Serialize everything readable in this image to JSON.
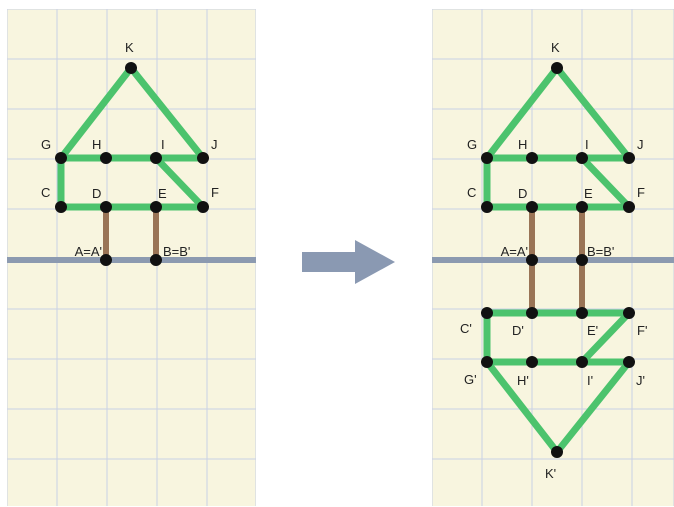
{
  "colors": {
    "paper": "#f8f5df",
    "grid": "#c9d1e6",
    "mirror_line": "#8c9ab0",
    "tree": "#4cc36d",
    "trunk": "#9a7456",
    "point": "#111111",
    "arrow": "#8a99b2"
  },
  "left_figure": {
    "points": [
      {
        "id": "K",
        "label": "K"
      },
      {
        "id": "G",
        "label": "G"
      },
      {
        "id": "H",
        "label": "H"
      },
      {
        "id": "I",
        "label": "I"
      },
      {
        "id": "J",
        "label": "J"
      },
      {
        "id": "C",
        "label": "C"
      },
      {
        "id": "D",
        "label": "D"
      },
      {
        "id": "E",
        "label": "E"
      },
      {
        "id": "F",
        "label": "F"
      },
      {
        "id": "A",
        "label": "A=A'"
      },
      {
        "id": "B",
        "label": "B=B'"
      }
    ]
  },
  "right_figure": {
    "points": [
      {
        "id": "K",
        "label": "K"
      },
      {
        "id": "G",
        "label": "G"
      },
      {
        "id": "H",
        "label": "H"
      },
      {
        "id": "I",
        "label": "I"
      },
      {
        "id": "J",
        "label": "J"
      },
      {
        "id": "C",
        "label": "C"
      },
      {
        "id": "D",
        "label": "D"
      },
      {
        "id": "E",
        "label": "E"
      },
      {
        "id": "F",
        "label": "F"
      },
      {
        "id": "A",
        "label": "A=A'"
      },
      {
        "id": "B",
        "label": "B=B'"
      },
      {
        "id": "Cp",
        "label": "C'"
      },
      {
        "id": "Dp",
        "label": "D'"
      },
      {
        "id": "Ep",
        "label": "E'"
      },
      {
        "id": "Fp",
        "label": "F'"
      },
      {
        "id": "Gp",
        "label": "G'"
      },
      {
        "id": "Hp",
        "label": "H'"
      },
      {
        "id": "Ip",
        "label": "I'"
      },
      {
        "id": "Jp",
        "label": "J'"
      },
      {
        "id": "Kp",
        "label": "K'"
      }
    ]
  },
  "arrow_icon": "right-arrow-icon"
}
